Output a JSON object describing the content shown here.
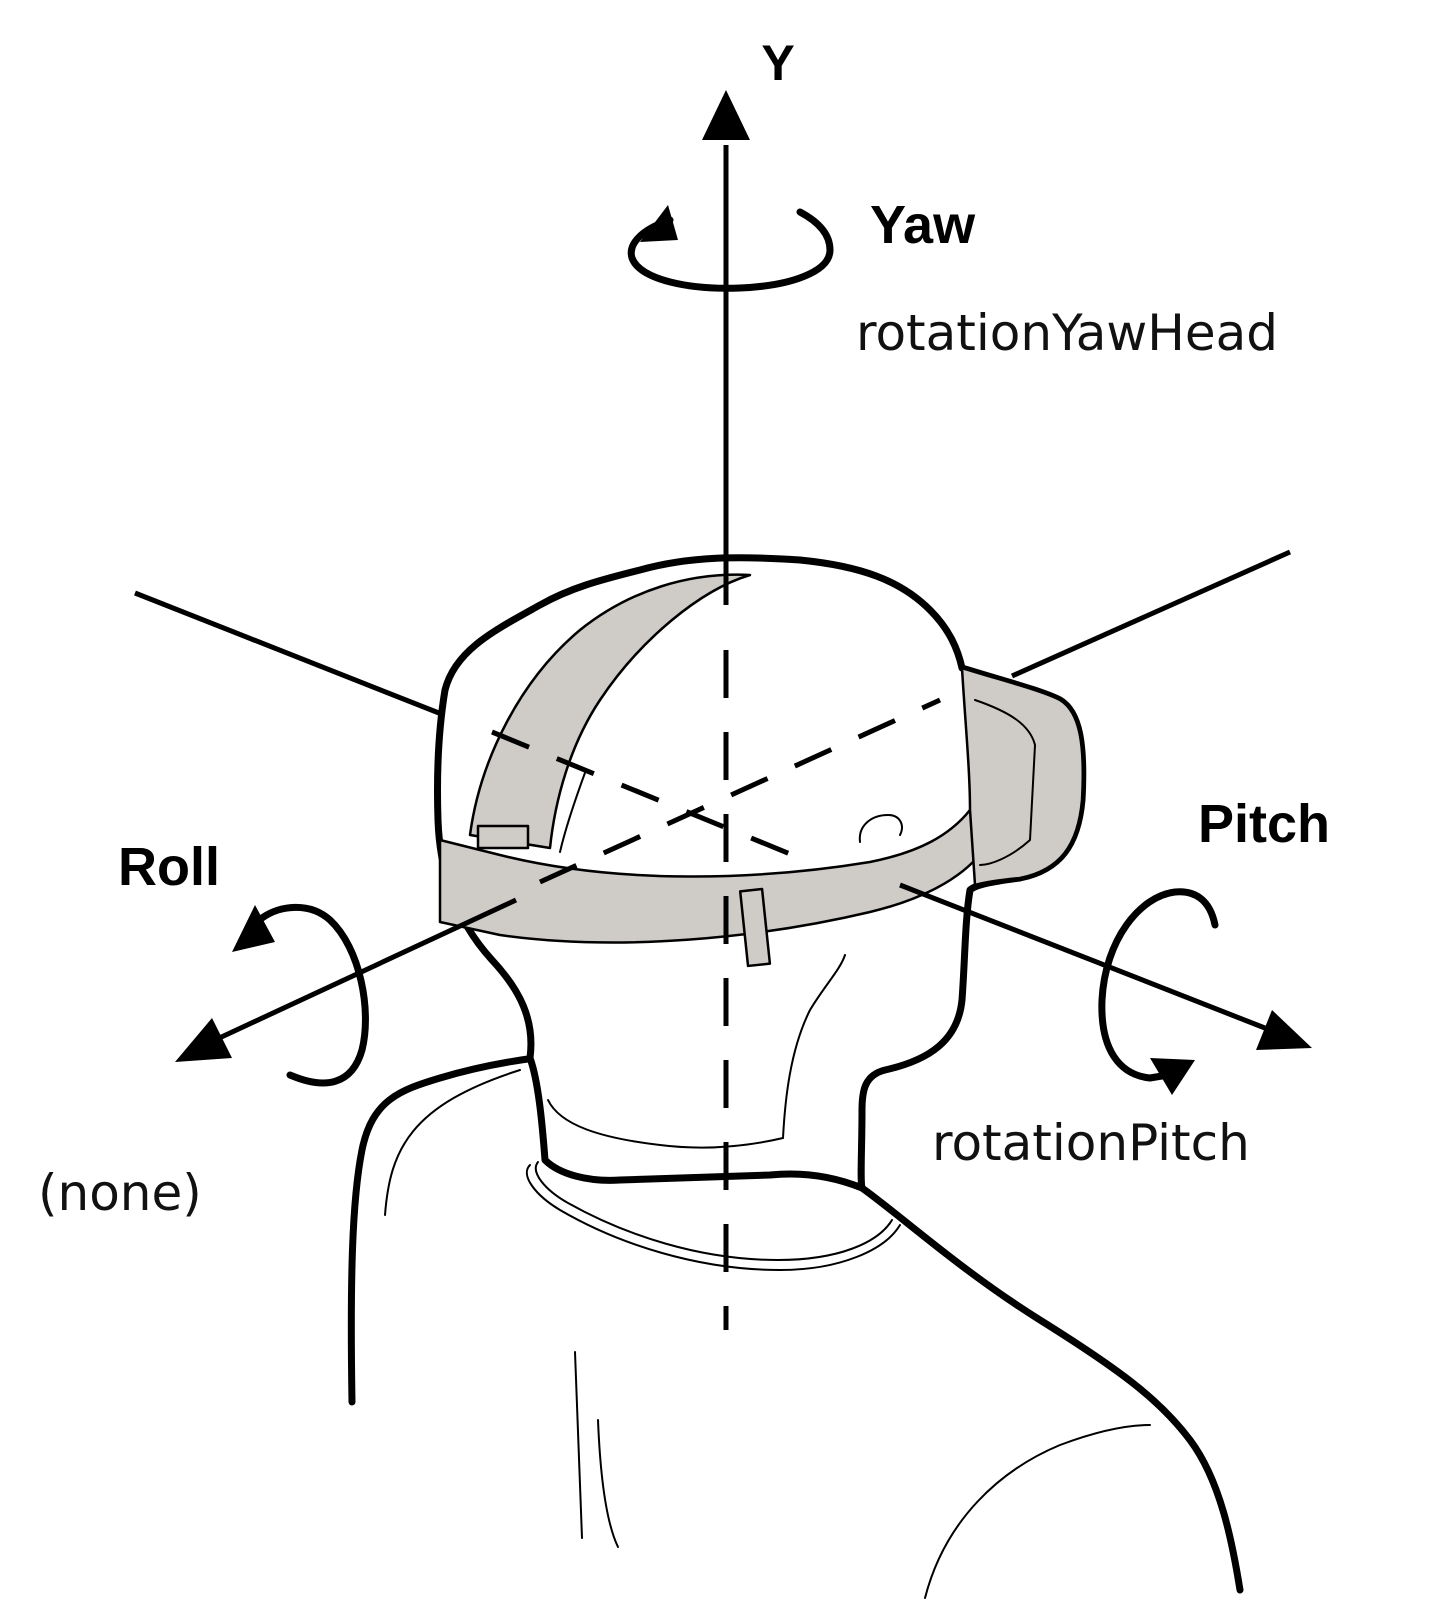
{
  "labels": {
    "y_axis": "Y",
    "yaw": "Yaw",
    "yaw_field": "rotationYawHead",
    "pitch": "Pitch",
    "pitch_field": "rotationPitch",
    "roll": "Roll",
    "roll_field": "(none)"
  },
  "colors": {
    "strap": "#cfcbc6",
    "line": "#000000",
    "background": "#ffffff"
  },
  "icons": [
    "yaw-rotation-arrow-icon",
    "pitch-rotation-arrow-icon",
    "roll-rotation-arrow-icon",
    "arrowhead-icon"
  ]
}
